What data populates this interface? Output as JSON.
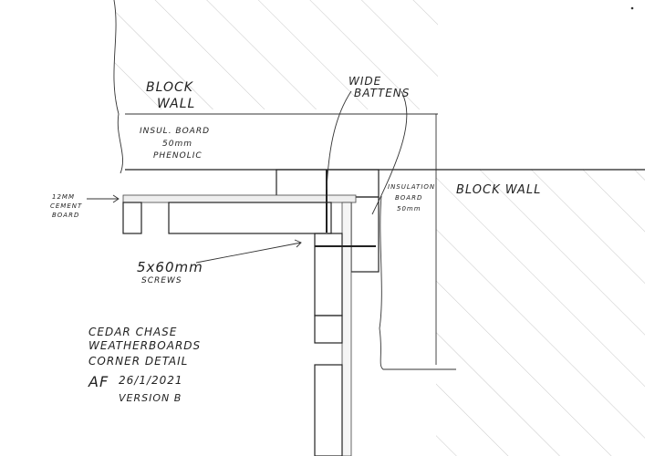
{
  "labels": {
    "block_wall_left": [
      "BLOCK",
      "WALL"
    ],
    "insul_board": [
      "INSUL. BOARD",
      "50mm",
      "PHENOLIC"
    ],
    "wide_battens": [
      "WIDE",
      "BATTENS"
    ],
    "cement_board": [
      "12MM",
      "CEMENT",
      "BOARD"
    ],
    "insulation_board": [
      "INSULATION",
      "BOARD",
      "50mm"
    ],
    "block_wall_right": "BLOCK WALL",
    "screws": [
      "5x60mm",
      "SCREWS"
    ]
  },
  "title_block": {
    "lines": [
      "CEDAR CHASE",
      "WEATHERBOARDS",
      "CORNER DETAIL"
    ],
    "initials": "AF",
    "date": "26/1/2021",
    "version": "VERSION B"
  }
}
